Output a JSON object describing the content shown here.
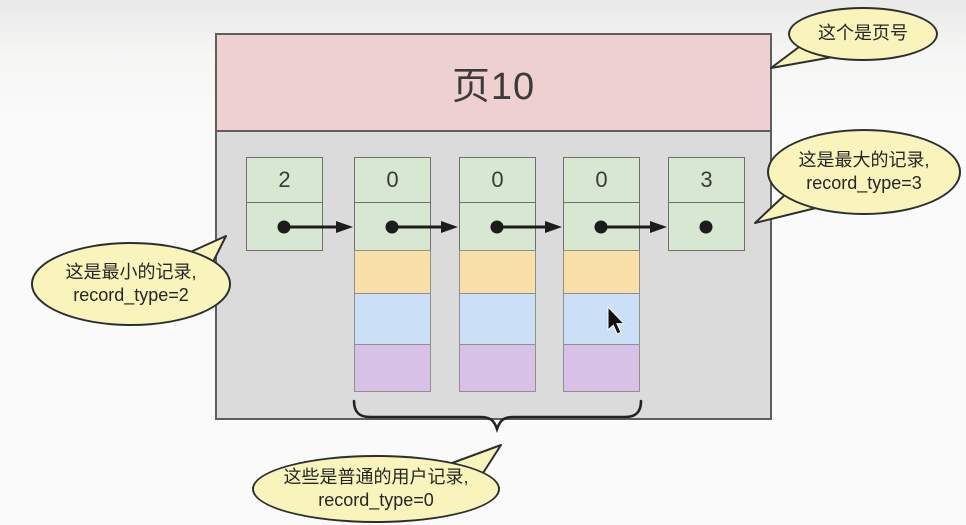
{
  "page": {
    "title": "页10"
  },
  "records": [
    {
      "value": "2",
      "kind": "minimum-record"
    },
    {
      "value": "0",
      "kind": "user-record"
    },
    {
      "value": "0",
      "kind": "user-record"
    },
    {
      "value": "0",
      "kind": "user-record"
    },
    {
      "value": "3",
      "kind": "maximum-record"
    }
  ],
  "bubbles": {
    "page_number": {
      "line1": "这个是页号"
    },
    "max_record": {
      "line1": "这是最大的记录,",
      "line2": "record_type=3"
    },
    "min_record": {
      "line1": "这是最小的记录,",
      "line2": "record_type=2"
    },
    "user_records": {
      "line1": "这些是普通的用户记录,",
      "line2": "record_type=0"
    }
  },
  "colors": {
    "header_pink": "#eed0d0",
    "page_body_gray": "#dbdbdb",
    "record_green": "#d7e7d1",
    "segment_orange": "#f8e0a8",
    "segment_blue": "#cbdff7",
    "segment_purple": "#d8c1e6",
    "bubble_yellow": "#f8f4bb",
    "border_dark": "#5e5e5e",
    "link_black": "#1c1c1c"
  }
}
